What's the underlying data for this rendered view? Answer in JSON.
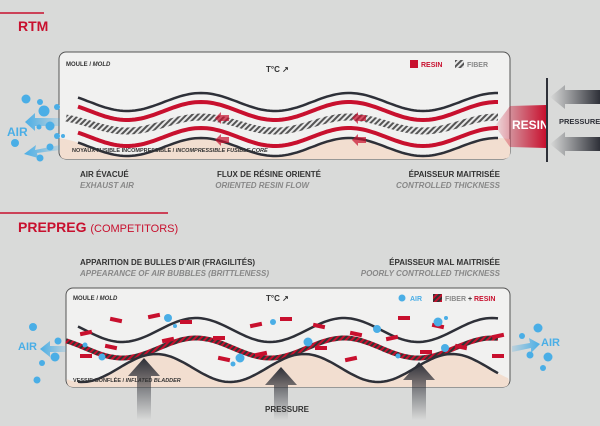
{
  "colors": {
    "red": "#c8102e",
    "air": "#4aaee6",
    "dark": "#2e3038",
    "beige": "#f2ded0",
    "mold": "#f1f1f0"
  },
  "rtm": {
    "title": "RTM",
    "mold_label_fr": "MOULE /",
    "mold_label_en": "MOLD",
    "temp": "T°C ↗",
    "legend_resin": "RESIN",
    "legend_fiber": "FIBER",
    "air": "AIR",
    "resin": "RESIN",
    "pressure": "PRESSURE",
    "core_fr": "NOYAUX FUSIBLE INCOMPRESSIBLE /",
    "core_en": "INCOMPRESSIBLE FUSIBLE CORE",
    "captions": [
      {
        "fr": "AIR ÉVACUÉ",
        "en": "EXHAUST AIR"
      },
      {
        "fr": "FLUX DE RÉSINE ORIENTÉ",
        "en": "ORIENTED RESIN FLOW"
      },
      {
        "fr": "ÉPAISSEUR MAITRISÉE",
        "en": "CONTROLLED THICKNESS"
      }
    ]
  },
  "prepreg": {
    "title": "PREPREG",
    "subtitle": "(COMPETITORS)",
    "captions": [
      {
        "fr": "APPARITION DE BULLES D'AIR (FRAGILITÉS)",
        "en": "APPEARANCE OF AIR BUBBLES (BRITTLENESS)"
      },
      {
        "fr": "ÉPAISSEUR MAL MAITRISÉE",
        "en": "POORLY CONTROLLED THICKNESS"
      }
    ],
    "mold_label_fr": "MOULE /",
    "mold_label_en": "MOLD",
    "temp": "T°C ↗",
    "legend_air": "AIR",
    "legend_fiber": "FIBER",
    "legend_plus": "+",
    "legend_resin": "RESIN",
    "air_left": "AIR",
    "air_right": "AIR",
    "bladder_fr": "VESSIE GONFLÉE /",
    "bladder_en": "INFLATED BLADDER",
    "pressure": "PRESSURE"
  }
}
